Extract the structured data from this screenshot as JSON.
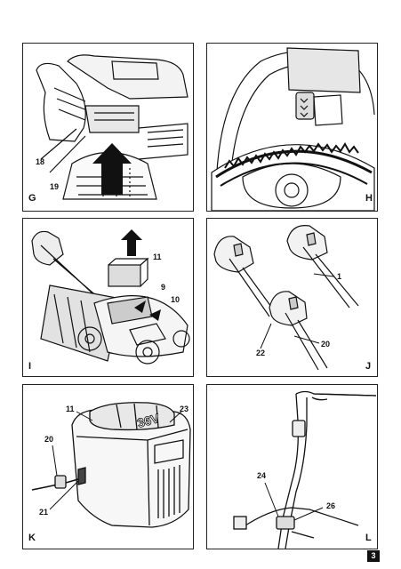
{
  "page_number": "3",
  "panels": {
    "G": {
      "label": "G",
      "callouts": [
        "18",
        "19"
      ]
    },
    "H": {
      "label": "H",
      "callouts": []
    },
    "I": {
      "label": "I",
      "callouts": [
        "11",
        "9",
        "10"
      ]
    },
    "J": {
      "label": "J",
      "callouts": [
        "1",
        "22",
        "20"
      ]
    },
    "K": {
      "label": "K",
      "callouts": [
        "11",
        "23",
        "20",
        "21"
      ],
      "battery_text": "36V"
    },
    "L": {
      "label": "L",
      "callouts": [
        "24",
        "26"
      ]
    }
  }
}
